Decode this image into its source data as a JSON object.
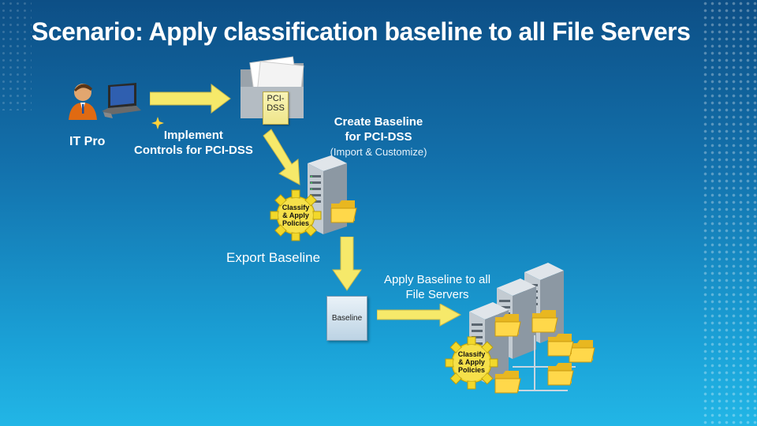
{
  "title": "Scenario: Apply classification baseline to all File Servers",
  "actor": {
    "label": "IT Pro"
  },
  "implement": {
    "line1": "Implement",
    "line2": "Controls for PCI-DSS"
  },
  "pci_doc": {
    "line1": "PCI-",
    "line2": "DSS"
  },
  "create": {
    "line1": "Create  Baseline",
    "line2": "for PCI-DSS",
    "sub": "(Import & Customize)"
  },
  "gear1": {
    "line1": "Classify",
    "line2": "& Apply",
    "line3": "Policies"
  },
  "export": {
    "label": "Export Baseline"
  },
  "apply": {
    "line1": "Apply Baseline to all",
    "line2": "File Servers"
  },
  "baseline_doc": {
    "label": "Baseline"
  },
  "gear2": {
    "line1": "Classify",
    "line2": "& Apply",
    "line3": "Policies"
  },
  "colors": {
    "bg_top": "#0d4f86",
    "bg_bottom": "#22b6e6",
    "arrow": "#f6e96a",
    "gear": "#f2d82a"
  }
}
